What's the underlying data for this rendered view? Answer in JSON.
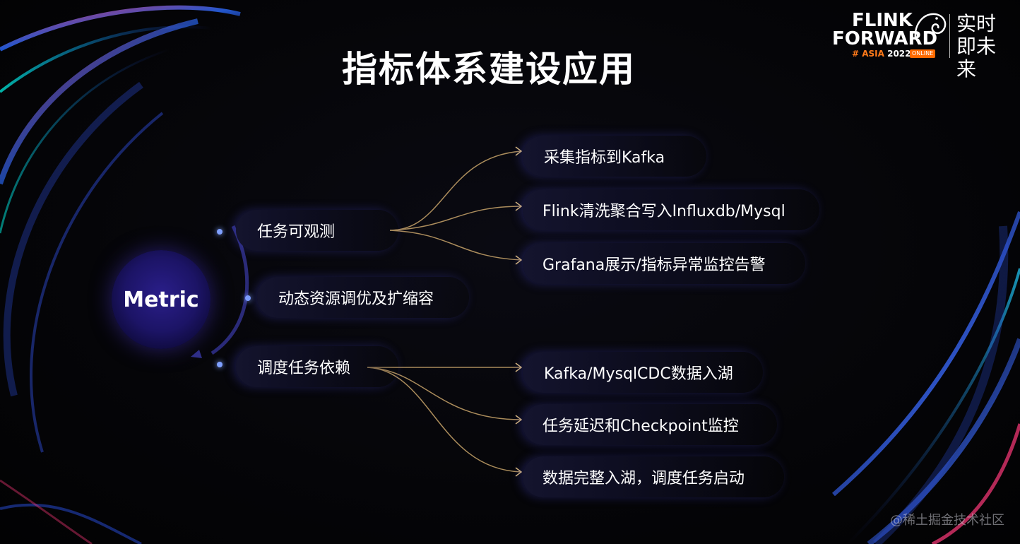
{
  "slide": {
    "title": "指标体系建设应用",
    "watermark": "@稀土掘金技术社区"
  },
  "logo": {
    "line1": "FLINK",
    "line2": "FORWARD",
    "event_prefix": "# ASIA ",
    "event_year": "2022",
    "badge": "ONLINE",
    "slogan": "实时即未来"
  },
  "diagram": {
    "root": "Metric",
    "branches": [
      {
        "label": "任务可观测",
        "children": [
          "采集指标到Kafka",
          "Flink清洗聚合写入Influxdb/Mysql",
          "Grafana展示/指标异常监控告警"
        ]
      },
      {
        "label": "动态资源调优及扩缩容",
        "children": []
      },
      {
        "label": "调度任务依赖",
        "children": [
          "Kafka/MysqlCDC数据入湖",
          "任务延迟和Checkpoint监控",
          "数据完整入湖，调度任务启动"
        ]
      }
    ]
  },
  "colors": {
    "background": "#000000",
    "node_glow": "#3a2fb0",
    "connector": "#c8a46a",
    "dot": "#7fa0ff",
    "logo_accent": "#ff6a00"
  }
}
